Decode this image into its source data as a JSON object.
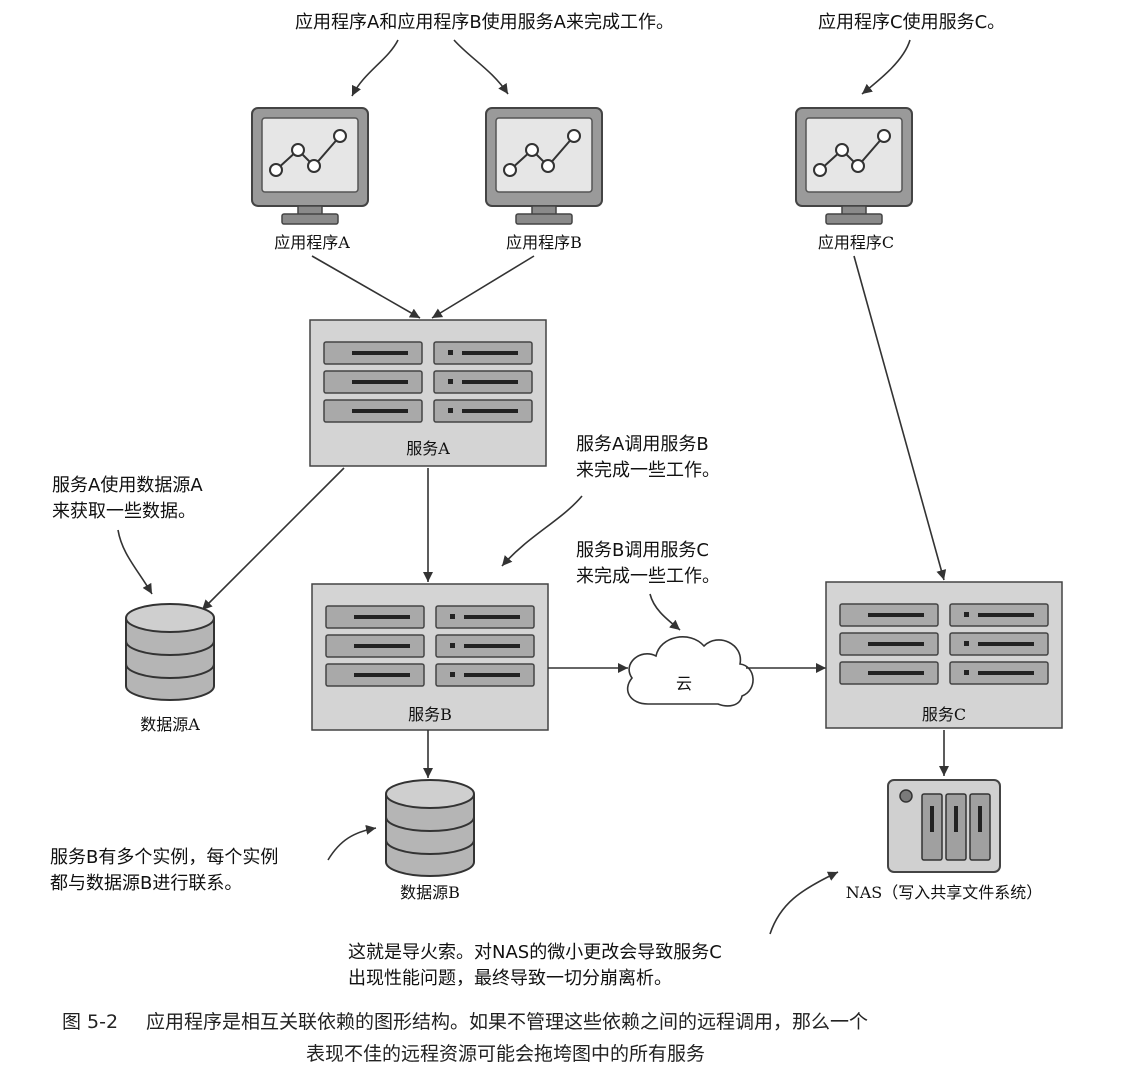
{
  "colors": {
    "line": "#333333",
    "panel_fill": "#d4d4d4",
    "slot_fill": "#a9a9a9",
    "screen_fill": "#e6e6e6",
    "monitor_fill": "#9a9a9a",
    "db_fill": "#b5b5b5",
    "nas_fill": "#d0d0d0",
    "led_fill": "#7a7a7a"
  },
  "icons": {
    "application": "monitor-line-chart-icon",
    "service": "server-rack-icon",
    "datasource": "database-cylinder-icon",
    "cloud": "cloud-icon",
    "nas": "nas-storage-icon"
  },
  "callouts": {
    "apps_ab": "应用程序A和应用程序B使用服务A来完成工作。",
    "app_c": "应用程序C使用服务C。",
    "svc_a_calls_b": [
      "服务A调用服务B",
      "来完成一些工作。"
    ],
    "svc_b_calls_c": [
      "服务B调用服务C",
      "来完成一些工作。"
    ],
    "svc_a_uses_ds": [
      "服务A使用数据源A",
      "来获取一些数据。"
    ],
    "svc_b_instances": [
      "服务B有多个实例，每个实例",
      "都与数据源B进行联系。"
    ],
    "nas_fuse": [
      "这就是导火索。对NAS的微小更改会导致服务C",
      "出现性能问题，最终导致一切分崩离析。"
    ]
  },
  "nodes": {
    "app_a": "应用程序A",
    "app_b": "应用程序B",
    "app_c": "应用程序C",
    "svc_a": "服务A",
    "svc_b": "服务B",
    "svc_c": "服务C",
    "ds_a": "数据源A",
    "ds_b": "数据源B",
    "cloud": "云",
    "nas": "NAS（写入共享文件系统）"
  },
  "caption": {
    "number": "图 5-2",
    "line1": "应用程序是相互关联依赖的图形结构。如果不管理这些依赖之间的远程调用，那么一个",
    "line2": "表现不佳的远程资源可能会拖垮图中的所有服务"
  }
}
